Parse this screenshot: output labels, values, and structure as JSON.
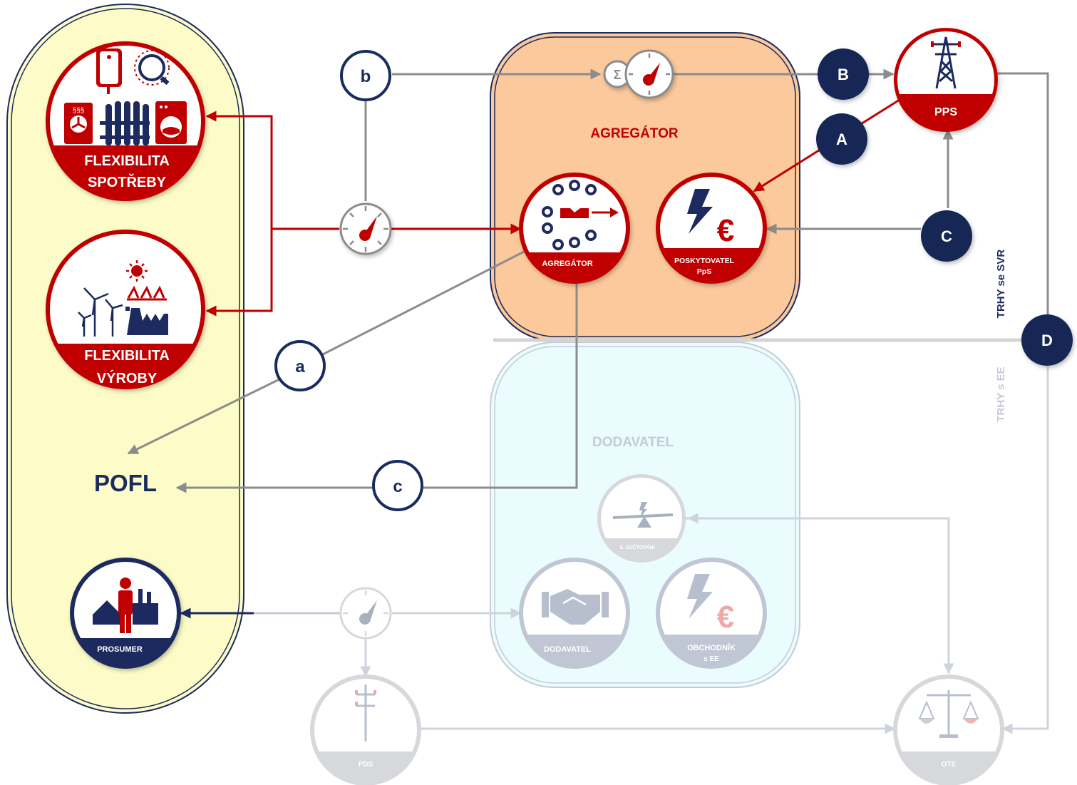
{
  "colors": {
    "navy": "#1a2b5f",
    "red": "#c00000",
    "gray": "#8c8c8c",
    "faded": "#c5cbd6",
    "agregator_bg": "#fbc99c",
    "dodavatel_bg": "#eafcfd",
    "left_panel_bg": "#fdfcc8"
  },
  "groups": {
    "agregator_title": "AGREGÁTOR",
    "dodavatel_title": "DODAVATEL",
    "pofl": "POFL"
  },
  "markets": {
    "svr": "TRHY se SVR",
    "ee": "TRHY s EE"
  },
  "nodes": {
    "flex_spotreby": {
      "line1": "FLEXIBILITA",
      "line2": "SPOTŘEBY",
      "icon": "appliances-icon"
    },
    "flex_vyroby": {
      "line1": "FLEXIBILITA",
      "line2": "VÝROBY",
      "icon": "generation-icon"
    },
    "prosumer": {
      "label": "PROSUMER",
      "icon": "prosumer-icon"
    },
    "agregator": {
      "label": "AGREGÁTOR",
      "icon": "aggregation-icon"
    },
    "poskytovatel": {
      "line1": "POSKYTOVATEL",
      "line2": "PpS",
      "icon": "power-euro-icon"
    },
    "pps": {
      "label": "PPS",
      "icon": "transmission-tower-icon"
    },
    "zuctovani": {
      "label": "S. ZÚČTOVÁNÍ",
      "icon": "balance-seesaw-icon"
    },
    "dodavatel": {
      "label": "DODAVATEL",
      "icon": "handshake-icon"
    },
    "obchodnik": {
      "line1": "OBCHODNÍK",
      "line2": "s EE",
      "icon": "power-euro-icon"
    },
    "pds": {
      "label": "PDS",
      "icon": "distribution-pole-icon"
    },
    "ote": {
      "label": "OTE",
      "icon": "scales-icon"
    }
  },
  "markers": {
    "A": "A",
    "B": "B",
    "C": "C",
    "D": "D",
    "a": "a",
    "b": "b",
    "c": "c"
  }
}
